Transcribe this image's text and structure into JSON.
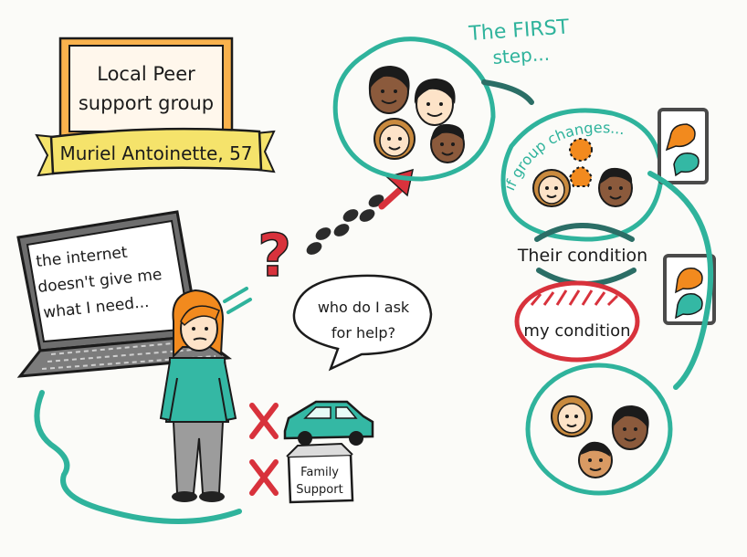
{
  "sign": {
    "line1": "Local Peer",
    "line2": "support group"
  },
  "banner": {
    "name": "Muriel Antoinette, 57"
  },
  "laptop": {
    "line1": "the internet",
    "line2": "doesn't give me",
    "line3": "what I need..."
  },
  "speech": {
    "line1": "who do I ask",
    "line2": "for help?"
  },
  "first_step": {
    "line1": "The FIRST",
    "line2": "step..."
  },
  "group_changes": {
    "label": "if group changes..."
  },
  "conditions": {
    "their": "Their condition",
    "mine": "my condition"
  },
  "options": {
    "family_line1": "Family",
    "family_line2": "Support"
  },
  "symbols": {
    "question": "?"
  },
  "colors": {
    "teal": "#2fb39c",
    "orange": "#f28a1e",
    "red": "#d8323c",
    "yellow": "#f5e36b",
    "ink": "#1b1b1b"
  }
}
